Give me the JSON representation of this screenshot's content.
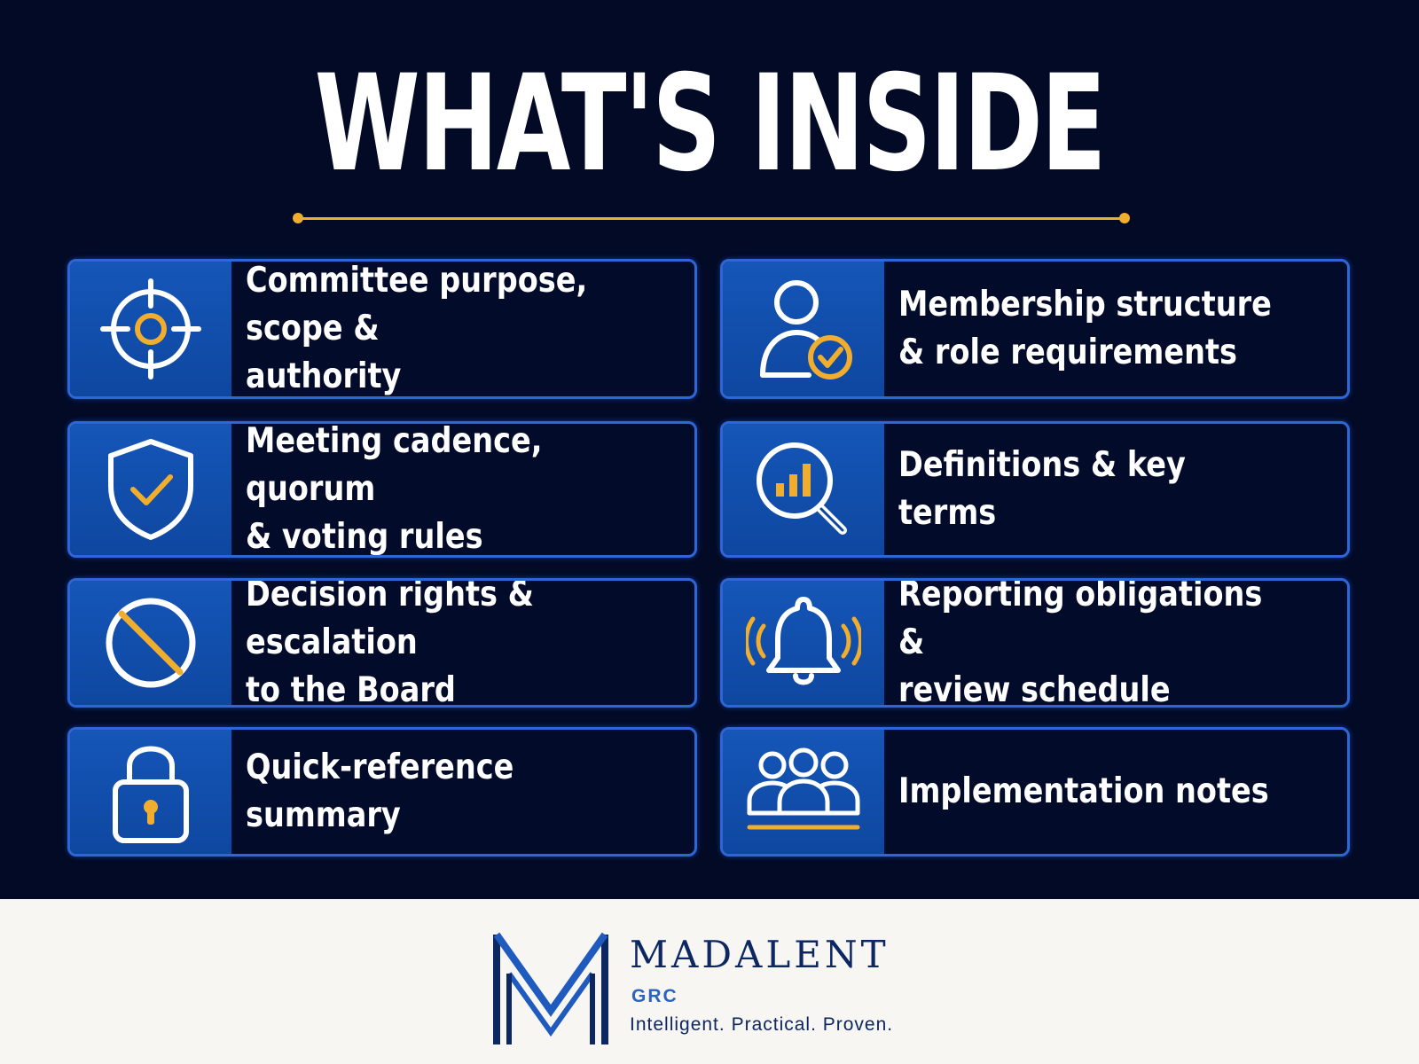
{
  "header": {
    "title": "WHAT'S INSIDE"
  },
  "items": [
    {
      "label": "Committee purpose, scope &\nauthority",
      "icon": "target-icon"
    },
    {
      "label": "Membership structure\n& role requirements",
      "icon": "user-check-icon"
    },
    {
      "label": "Meeting cadence, quorum\n& voting rules",
      "icon": "shield-check-icon"
    },
    {
      "label": "Definitions & key terms",
      "icon": "magnifier-chart-icon"
    },
    {
      "label": "Decision rights & escalation\nto the Board",
      "icon": "prohibited-icon"
    },
    {
      "label": "Reporting obligations &\nreview schedule",
      "icon": "bell-ringing-icon"
    },
    {
      "label": "Quick-reference summary",
      "icon": "padlock-icon"
    },
    {
      "label": "Implementation notes",
      "icon": "team-icon"
    }
  ],
  "brand": {
    "name": "MADALENT",
    "sub": "GRC",
    "tagline": "Intelligent. Practical. Proven."
  },
  "colors": {
    "background": "#020a26",
    "accent": "#f1ad2e",
    "card_border": "#2f66d6",
    "icon_panel": "#1556b8",
    "footer_bg": "#f7f6f2",
    "brand_navy": "#0d2763"
  }
}
